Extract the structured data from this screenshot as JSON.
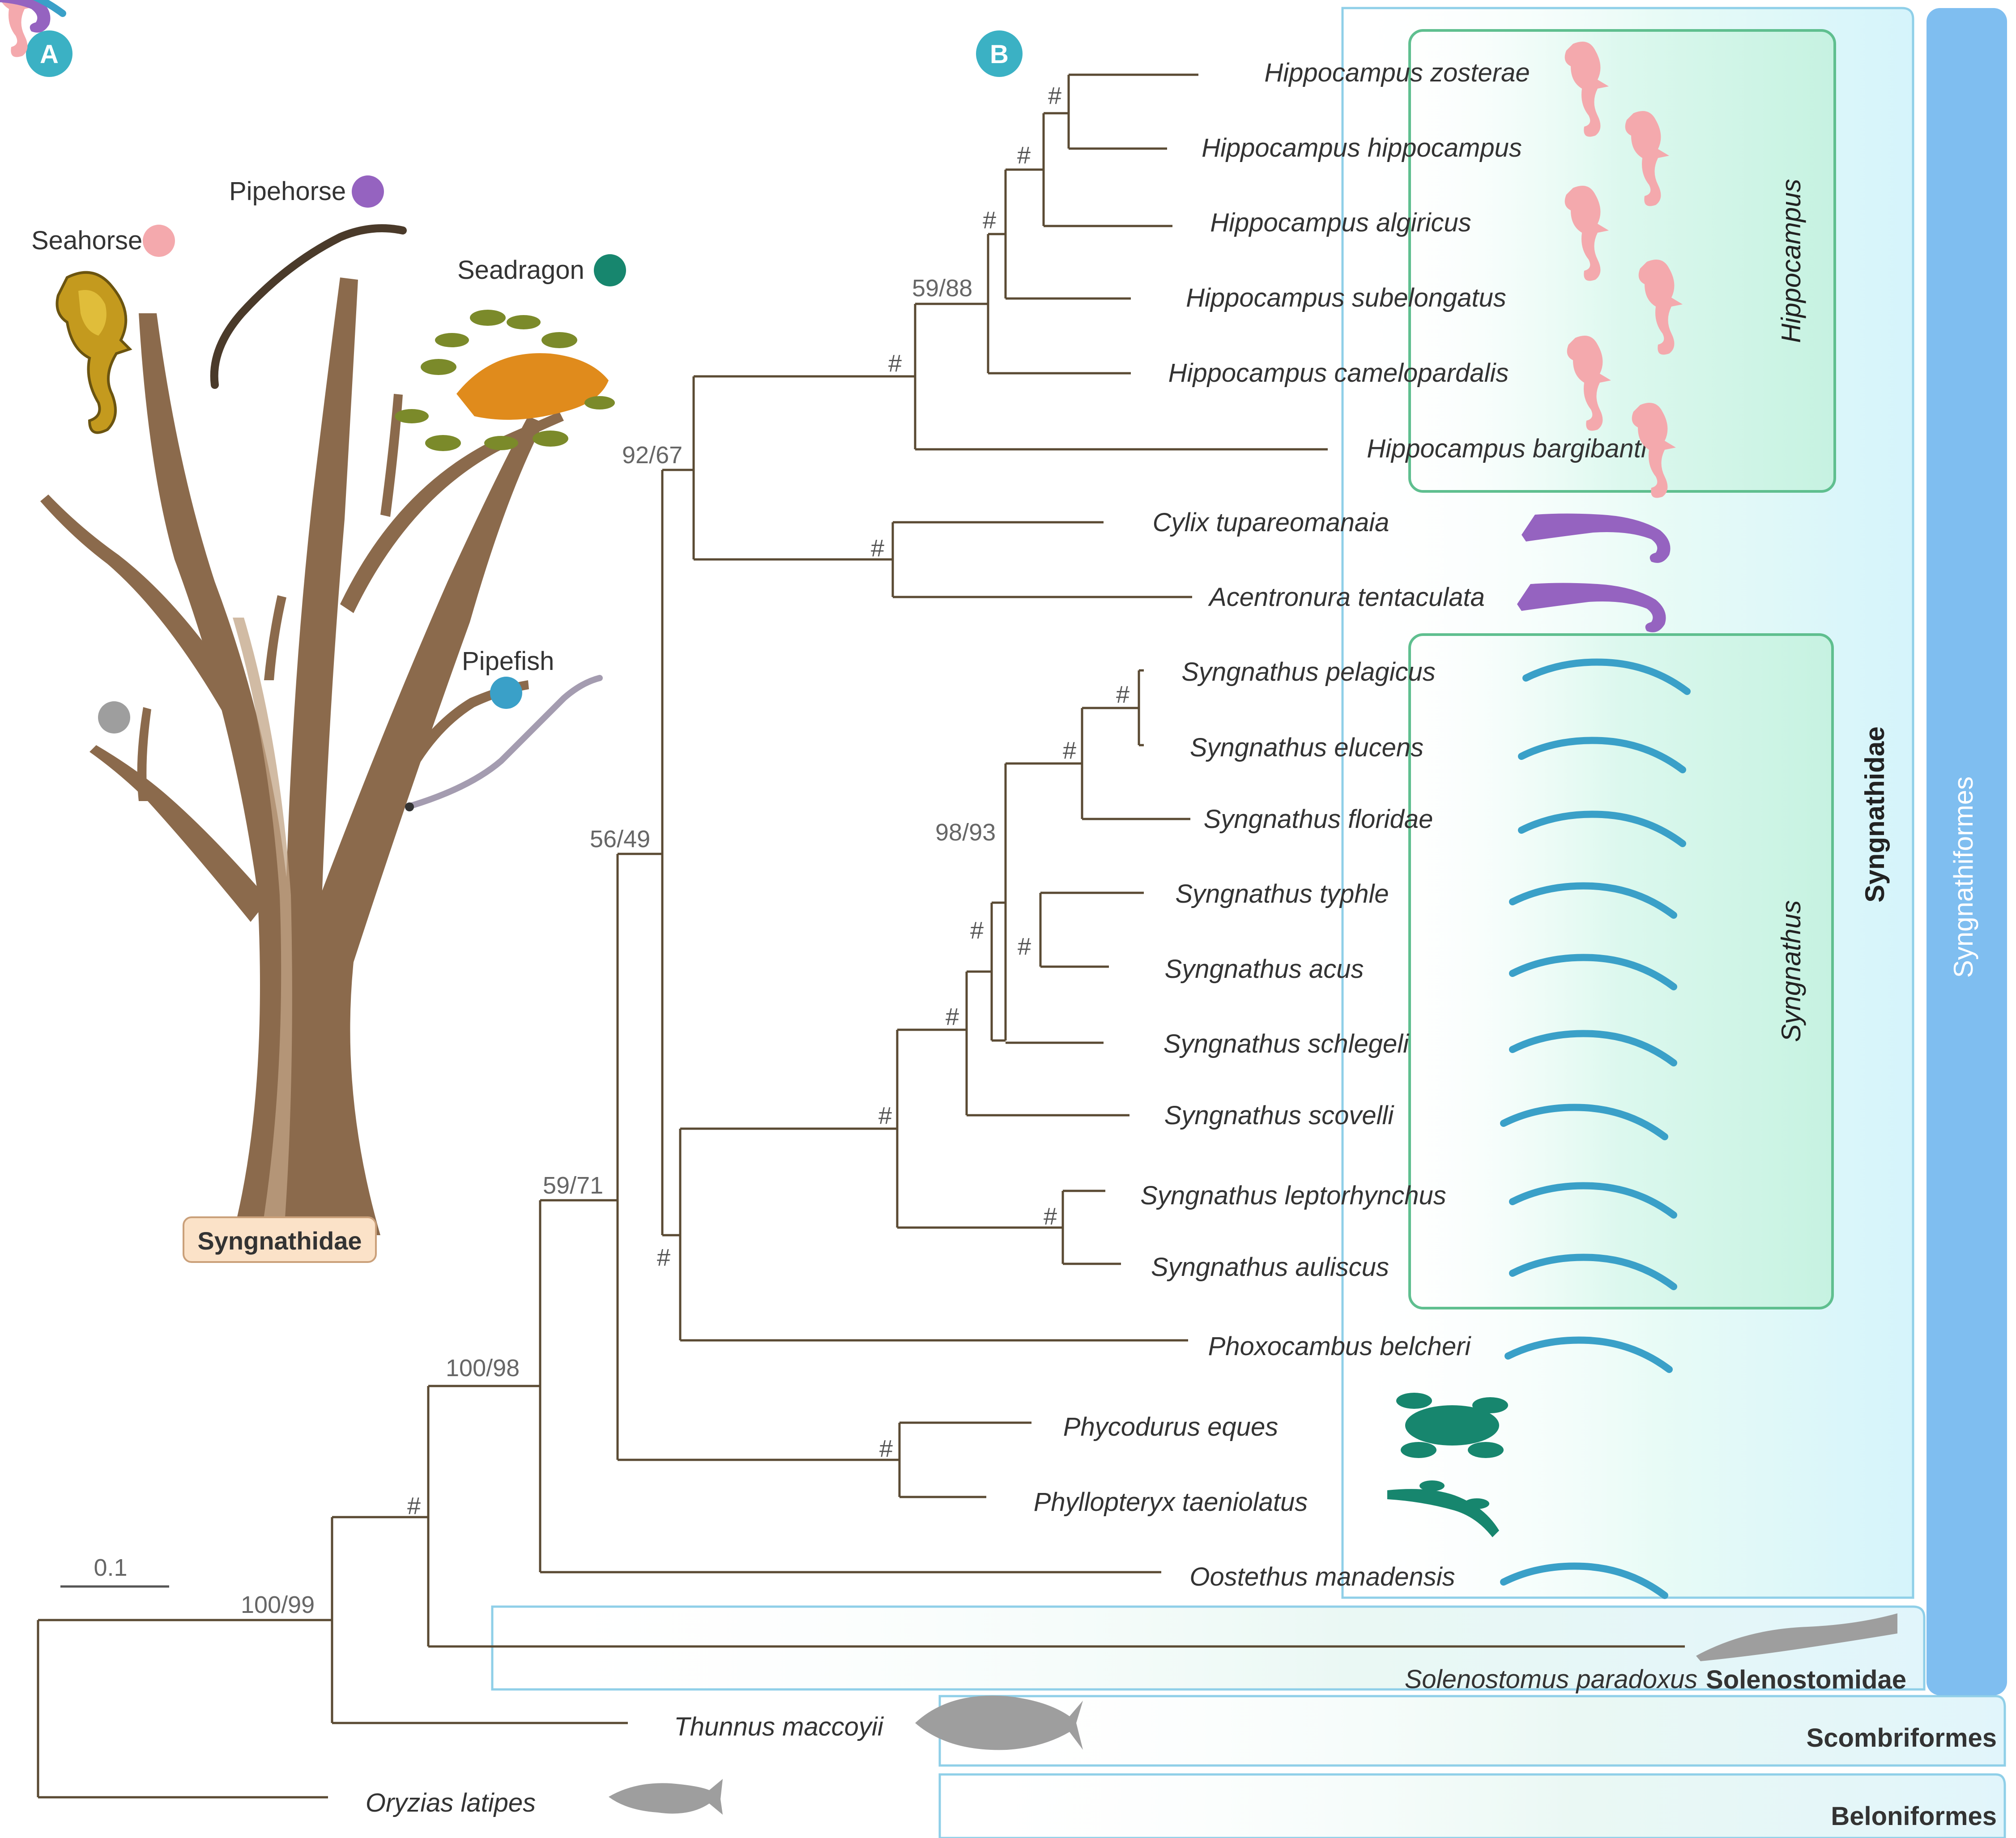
{
  "panels": {
    "a": "A",
    "b": "B"
  },
  "tree_panel": {
    "root_label": "Syngnathidae",
    "types": [
      {
        "label": "Seahorse",
        "color": "#f4a9ad"
      },
      {
        "label": "Pipehorse",
        "color": "#9563c0"
      },
      {
        "label": "Seadragon",
        "color": "#17866e"
      },
      {
        "label": "Pipefish",
        "color": "#3aa0c8"
      },
      {
        "label": "",
        "color": "#9e9e9e"
      }
    ]
  },
  "scale_bar": "0.1",
  "taxa": [
    {
      "name": "Hippocampus zosterae",
      "group": "seahorse"
    },
    {
      "name": "Hippocampus hippocampus",
      "group": "seahorse"
    },
    {
      "name": "Hippocampus algiricus",
      "group": "seahorse"
    },
    {
      "name": "Hippocampus subelongatus",
      "group": "seahorse"
    },
    {
      "name": "Hippocampus camelopardalis",
      "group": "seahorse"
    },
    {
      "name": "Hippocampus bargibanti",
      "group": "seahorse"
    },
    {
      "name": "Cylix tupareomanaia",
      "group": "pipehorse"
    },
    {
      "name": "Acentronura tentaculata",
      "group": "pipehorse"
    },
    {
      "name": "Syngnathus pelagicus",
      "group": "pipefish"
    },
    {
      "name": "Syngnathus elucens",
      "group": "pipefish"
    },
    {
      "name": "Syngnathus floridae",
      "group": "pipefish"
    },
    {
      "name": "Syngnathus typhle",
      "group": "pipefish"
    },
    {
      "name": "Syngnathus acus",
      "group": "pipefish"
    },
    {
      "name": "Syngnathus schlegeli",
      "group": "pipefish"
    },
    {
      "name": "Syngnathus scovelli",
      "group": "pipefish"
    },
    {
      "name": "Syngnathus leptorhynchus",
      "group": "pipefish"
    },
    {
      "name": "Syngnathus auliscus",
      "group": "pipefish"
    },
    {
      "name": "Phoxocambus belcheri",
      "group": "pipefish"
    },
    {
      "name": "Phycodurus eques",
      "group": "seadragon"
    },
    {
      "name": "Phyllopteryx taeniolatus",
      "group": "seadragon"
    },
    {
      "name": "Oostethus manadensis",
      "group": "pipefish"
    },
    {
      "name": "Solenostomus paradoxus",
      "group": "outgroup"
    },
    {
      "name": "Thunnus maccoyii",
      "group": "outgroup"
    },
    {
      "name": "Oryzias latipes",
      "group": "outgroup"
    }
  ],
  "support_values": {
    "hippo_ingroup": "59/88",
    "seahorse_pipehorse": "92/67",
    "syngnathus_group": "98/93",
    "mid_clade": "56/49",
    "core_syngnathidae": "59/71",
    "syngnathidae": "100/98",
    "root": "100/99",
    "full_support": "#"
  },
  "clades": {
    "hippocampus": "Hippocampus",
    "syngnathus": "Syngnathus",
    "family": "Syngnathidae",
    "order": "Syngnathiformes",
    "solenostomidae": "Solenostomidae",
    "scombriformes": "Scombriformes",
    "beloniformes": "Beloniformes"
  },
  "colors": {
    "seahorse": "#f4a9ad",
    "pipehorse": "#9563c0",
    "seadragon": "#17866e",
    "pipefish": "#3aa0c8",
    "outgroup": "#9e9e9e",
    "branch": "#5a4a33",
    "badge": "#3bb1c4",
    "order_band": "#7fbef0",
    "root_box": "#fbe2c8"
  }
}
